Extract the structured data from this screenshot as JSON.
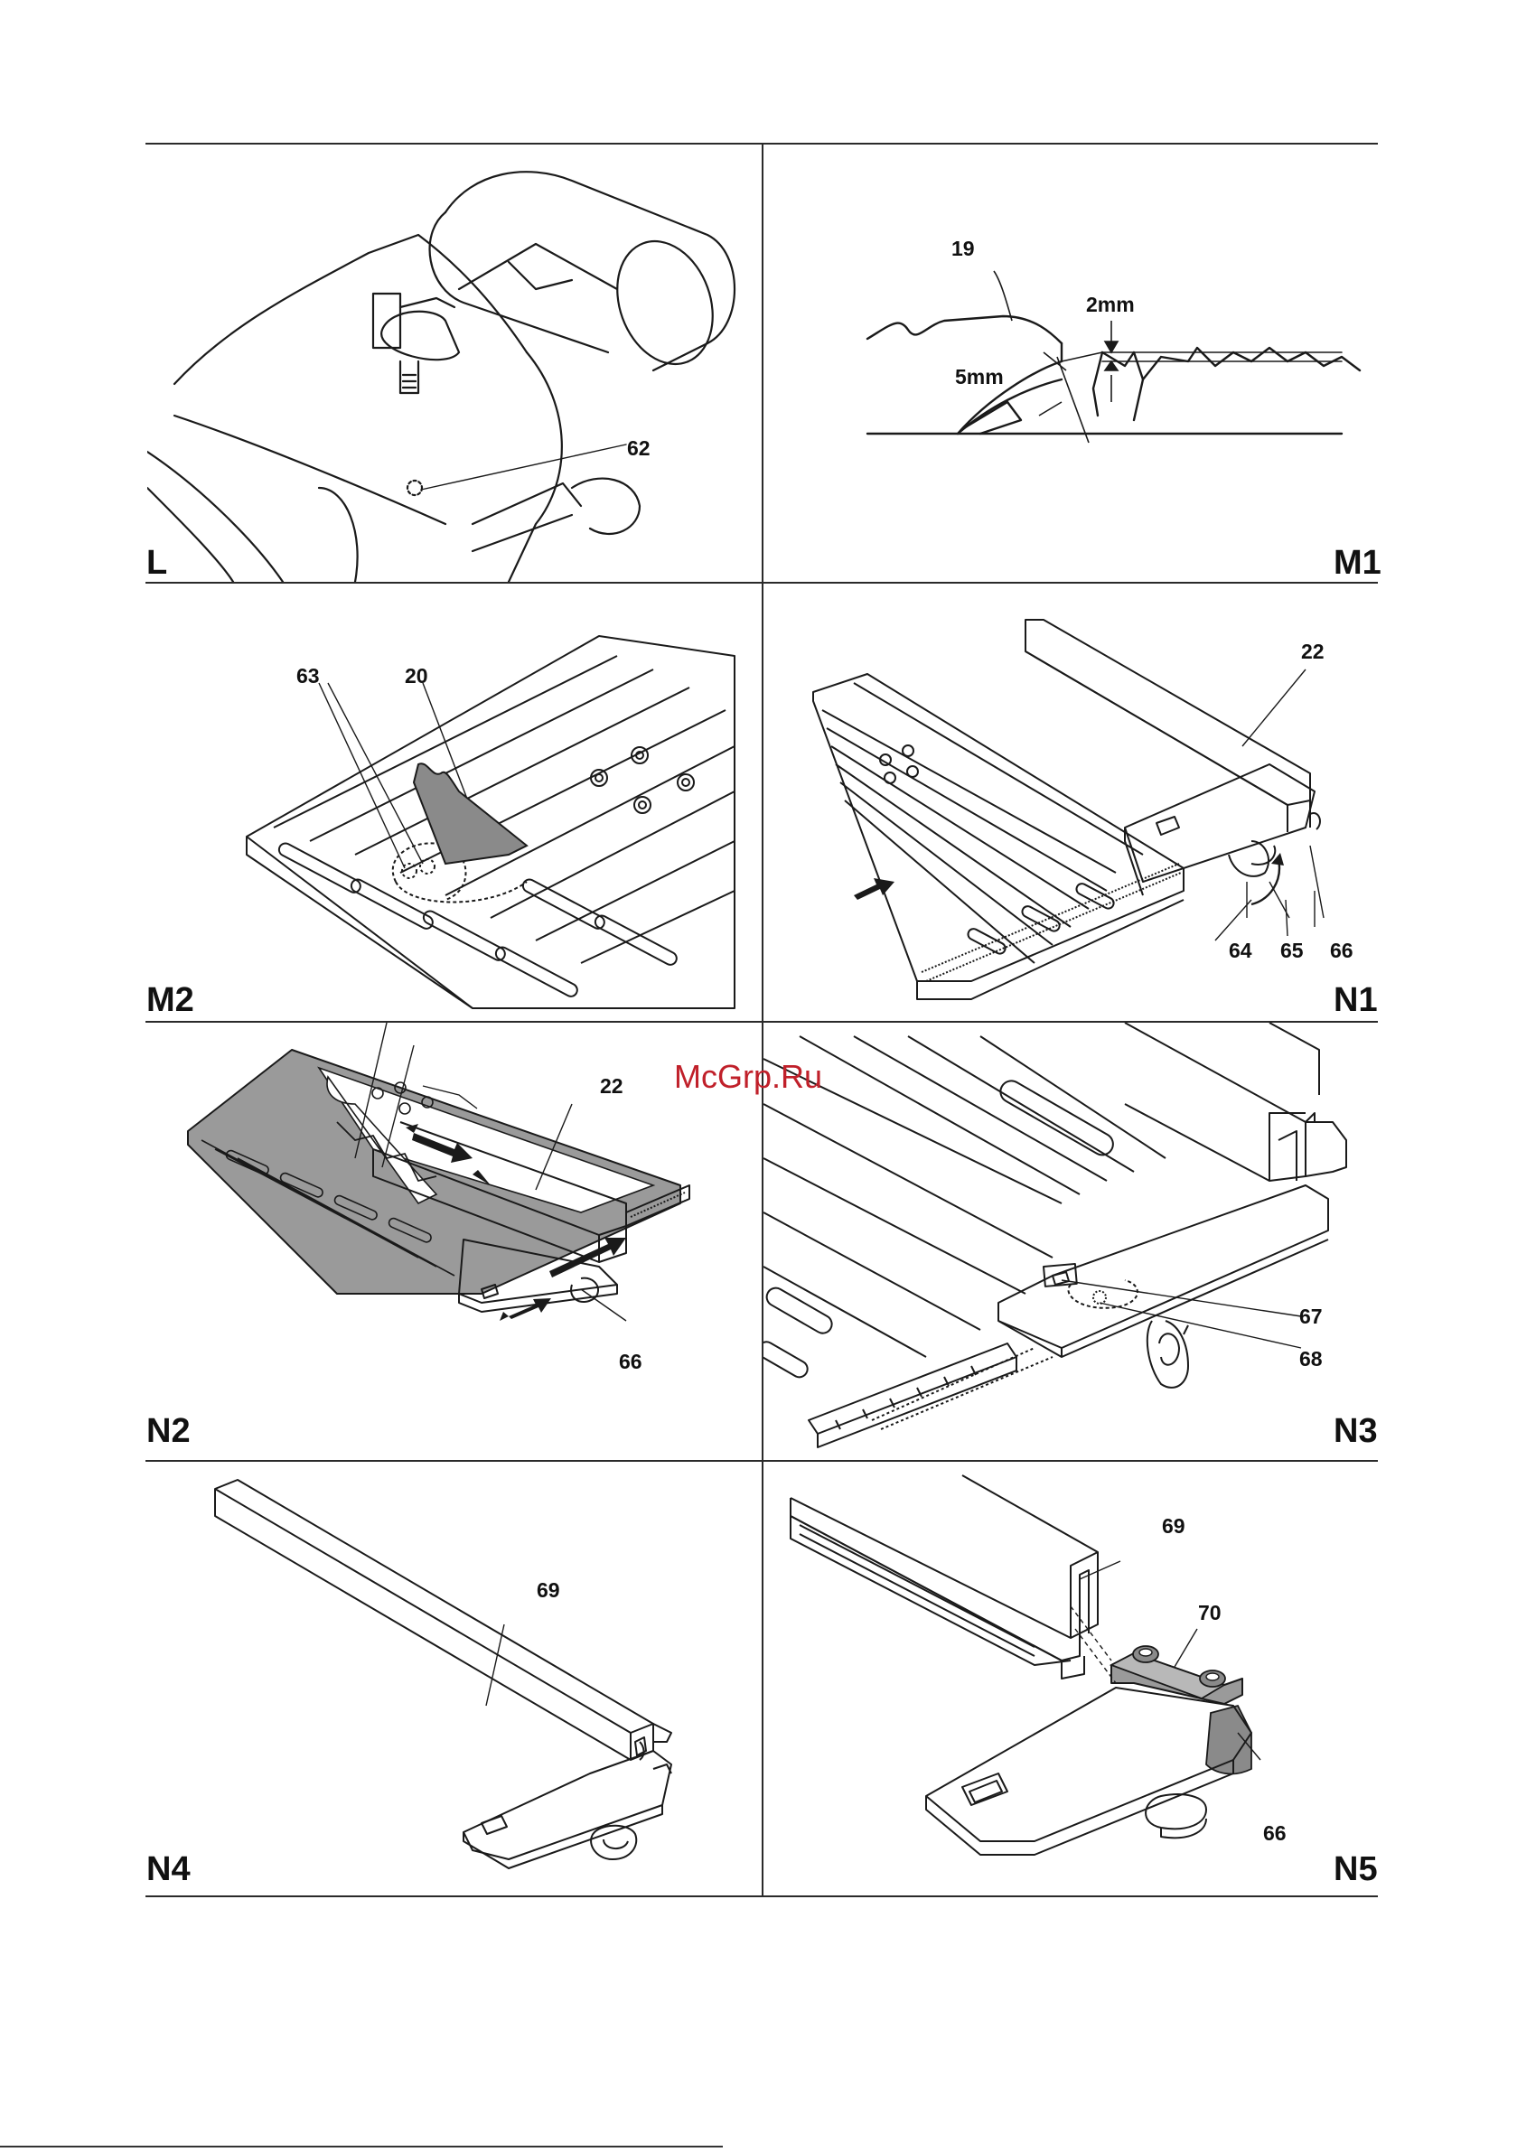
{
  "figures": {
    "L": {
      "label": "L",
      "callouts": [
        "62"
      ]
    },
    "M1": {
      "label": "M1",
      "callouts": [
        "19",
        "2mm",
        "5mm"
      ]
    },
    "M2": {
      "label": "M2",
      "callouts": [
        "63",
        "20"
      ]
    },
    "N1": {
      "label": "N1",
      "callouts": [
        "22",
        "64",
        "65",
        "66"
      ]
    },
    "N2": {
      "label": "N2",
      "callouts": [
        "22",
        "66"
      ]
    },
    "N3": {
      "label": "N3",
      "callouts": [
        "67",
        "68"
      ]
    },
    "N4": {
      "label": "N4",
      "callouts": [
        "69"
      ]
    },
    "N5": {
      "label": "N5",
      "callouts": [
        "69",
        "70",
        "66"
      ]
    }
  },
  "watermark": "McGrp.Ru",
  "colors": {
    "ink": "#1a1a1a",
    "shade": "#8a8a8a",
    "watermark": "#c0202a"
  }
}
